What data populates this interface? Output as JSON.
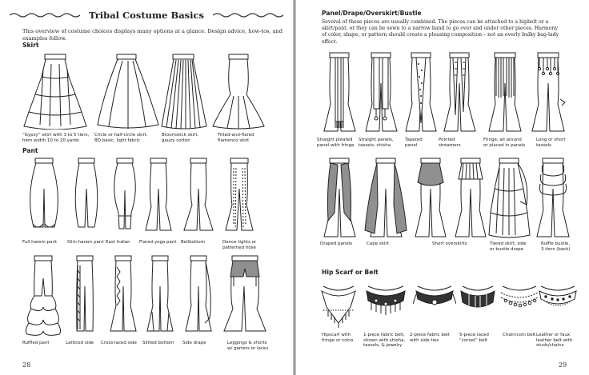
{
  "left": {
    "title": "Tribal Costume Basics",
    "intro": "This overview of costume choices displays many options at a glance. Design advice, how-tos, and examples follow.",
    "skirt": {
      "heading": "Skirt",
      "items": [
        {
          "caption": "“Gypsy” skirt with 3 to 5 tiers,\nhem width 10 to 20 yards"
        },
        {
          "caption": "Circle or half-circle skirt,\nBD basic, light fabric"
        },
        {
          "caption": "Broomstick skirt,\ngauzy cotton"
        },
        {
          "caption": "Fitted-and-flared\nflamenco skirt"
        }
      ]
    },
    "pant": {
      "heading": "Pant",
      "row1": [
        {
          "caption": "Full harem pant"
        },
        {
          "caption": "Slim harem pant"
        },
        {
          "caption": "East Indian"
        },
        {
          "caption": "Flared yoga pant"
        },
        {
          "caption": "Bellbottom"
        },
        {
          "caption": "Dance tights or\npatterned hose"
        }
      ],
      "row2": [
        {
          "caption": "Ruffled pant"
        },
        {
          "caption": "Latticed side"
        },
        {
          "caption": "Cross-laced side"
        },
        {
          "caption": "Slitted bottom"
        },
        {
          "caption": "Side drape"
        },
        {
          "caption": "Leggings & shorts\nw/ garters or laces"
        }
      ]
    },
    "page_number": "28"
  },
  "right": {
    "panel": {
      "heading": "Panel/Drape/Overskirt/Bustle",
      "intro": "Several of these pieces are usually combined. The pieces can be attached to a hipbelt or a skirt/pant, or they can be sewn to a narrow band to go over and under other pieces. Harmony of color, shape, or pattern should create a pleasing composition – not an overly bulky bag-lady effect.",
      "row1": [
        {
          "caption": "Straight pleated\npanel with fringe"
        },
        {
          "caption": "Straight panels,\ntassels, shisha"
        },
        {
          "caption": "Tapered\npanel"
        },
        {
          "caption": "Pointed\nstreamers"
        },
        {
          "caption": "Fringe, all around\nor placed in panels"
        },
        {
          "caption": "Long or short\ntassels"
        }
      ],
      "row2": [
        {
          "caption": "Draped panels"
        },
        {
          "caption": "Cape skirt"
        },
        {
          "caption": "Short overskirts"
        },
        {
          "caption": "Tiered skirt, side\nor bustle drape"
        },
        {
          "caption": "Ruffle bustle,\n3 tiers (back)"
        }
      ]
    },
    "hip": {
      "heading": "Hip Scarf or Belt",
      "items": [
        {
          "caption": "Hipscarf with\nfringe or coins"
        },
        {
          "caption": "1-piece fabric belt,\nshown with shisha,\ntassels, & jewelry"
        },
        {
          "caption": "2-piece fabric belt\nwith side ties"
        },
        {
          "caption": "5-piece laced\n“corset” belt"
        },
        {
          "caption": "Chain/coin belt"
        },
        {
          "caption": "Leather or faux\nleather belt with\nstuds/chains"
        }
      ]
    },
    "page_number": "29"
  }
}
